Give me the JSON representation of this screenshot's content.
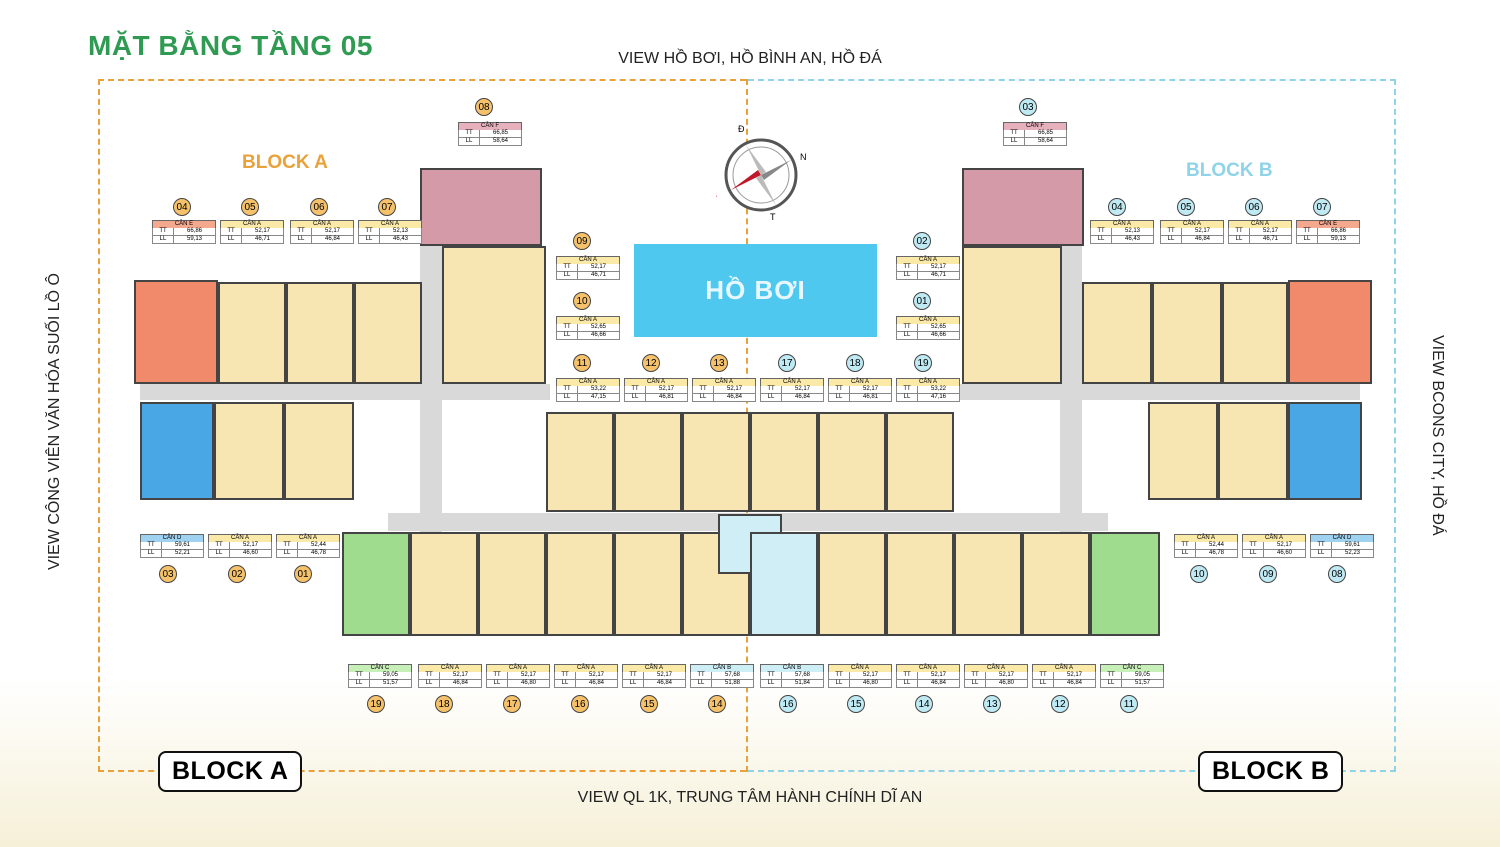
{
  "title": "MẶT BẰNG TẦNG 05",
  "views": {
    "top": "VIEW HỒ BƠI, HỒ BÌNH AN, HỒ ĐÁ",
    "bottom": "VIEW QL 1K, TRUNG TÂM HÀNH CHÍNH DĨ AN",
    "left": "VIEW CÔNG VIÊN VĂN HÓA SUỐI LỒ Ô",
    "right": "VIEW BCONS CITY, HỒ ĐÁ"
  },
  "blocks": {
    "a_top": "BLOCK A",
    "b_top": "BLOCK B",
    "a_bottom": "BLOCK A",
    "b_bottom": "BLOCK B"
  },
  "pool": "HỒ BƠI",
  "compass": {
    "north": "N",
    "south": "T",
    "east": "Đ",
    "west": "B"
  },
  "colors": {
    "type_a": "#f7e6b2",
    "type_b": "#cfeef5",
    "type_c": "#9fdc8e",
    "type_d": "#4aa7e6",
    "type_e": "#f08a6a",
    "type_f": "#d59aa8",
    "header_a": "#fbe9a8",
    "header_b": "#cdeef5",
    "header_c": "#c7efb8",
    "header_d": "#9fd1f1",
    "header_e": "#f4a88e",
    "header_f": "#e7b0bd",
    "block_a_border": "#e9a23b",
    "block_b_border": "#8fd3e8",
    "title": "#2e9a52"
  },
  "units": [
    {
      "num": "08",
      "block": "a",
      "type": "CĂN F",
      "kind": "f",
      "tt": "66,85",
      "ll": "58,64"
    },
    {
      "num": "03",
      "block": "b",
      "type": "CĂN F",
      "kind": "f",
      "tt": "66,85",
      "ll": "58,64"
    },
    {
      "num": "04",
      "block": "a",
      "type": "CĂN E",
      "kind": "e",
      "tt": "66,86",
      "ll": "59,13"
    },
    {
      "num": "05",
      "block": "a",
      "type": "CĂN A",
      "kind": "a",
      "tt": "52,17",
      "ll": "46,71"
    },
    {
      "num": "06",
      "block": "a",
      "type": "CĂN A",
      "kind": "a",
      "tt": "52,17",
      "ll": "46,84"
    },
    {
      "num": "07",
      "block": "a",
      "type": "CĂN A",
      "kind": "a",
      "tt": "52,13",
      "ll": "46,43"
    },
    {
      "num": "04",
      "block": "b",
      "type": "CĂN A",
      "kind": "a",
      "tt": "52,13",
      "ll": "46,43"
    },
    {
      "num": "05",
      "block": "b",
      "type": "CĂN A",
      "kind": "a",
      "tt": "52,17",
      "ll": "46,84"
    },
    {
      "num": "06",
      "block": "b",
      "type": "CĂN A",
      "kind": "a",
      "tt": "52,17",
      "ll": "46,71"
    },
    {
      "num": "07",
      "block": "b",
      "type": "CĂN E",
      "kind": "e",
      "tt": "66,86",
      "ll": "59,13"
    },
    {
      "num": "09",
      "block": "a",
      "type": "CĂN A",
      "kind": "a",
      "tt": "52,17",
      "ll": "46,71"
    },
    {
      "num": "10",
      "block": "a",
      "type": "CĂN A",
      "kind": "a",
      "tt": "52,65",
      "ll": "46,66"
    },
    {
      "num": "02",
      "block": "b",
      "type": "CĂN A",
      "kind": "a",
      "tt": "52,17",
      "ll": "46,71"
    },
    {
      "num": "01",
      "block": "b",
      "type": "CĂN A",
      "kind": "a",
      "tt": "52,65",
      "ll": "46,66"
    },
    {
      "num": "11",
      "block": "a",
      "type": "CĂN A",
      "kind": "a",
      "tt": "53,22",
      "ll": "47,15"
    },
    {
      "num": "12",
      "block": "a",
      "type": "CĂN A",
      "kind": "a",
      "tt": "52,17",
      "ll": "46,81"
    },
    {
      "num": "13",
      "block": "a",
      "type": "CĂN A",
      "kind": "a",
      "tt": "52,17",
      "ll": "46,84"
    },
    {
      "num": "17",
      "block": "b",
      "type": "CĂN A",
      "kind": "a",
      "tt": "52,17",
      "ll": "46,84"
    },
    {
      "num": "18",
      "block": "b",
      "type": "CĂN A",
      "kind": "a",
      "tt": "52,17",
      "ll": "46,81"
    },
    {
      "num": "19",
      "block": "b",
      "type": "CĂN A",
      "kind": "a",
      "tt": "53,22",
      "ll": "47,16"
    },
    {
      "num": "03",
      "block": "a",
      "type": "CĂN D",
      "kind": "d",
      "tt": "59,61",
      "ll": "52,21"
    },
    {
      "num": "02",
      "block": "a",
      "type": "CĂN A",
      "kind": "a",
      "tt": "52,17",
      "ll": "46,60"
    },
    {
      "num": "01",
      "block": "a",
      "type": "CĂN A",
      "kind": "a",
      "tt": "52,44",
      "ll": "46,78"
    },
    {
      "num": "10",
      "block": "b",
      "type": "CĂN A",
      "kind": "a",
      "tt": "52,44",
      "ll": "46,78"
    },
    {
      "num": "09",
      "block": "b",
      "type": "CĂN A",
      "kind": "a",
      "tt": "52,17",
      "ll": "46,60"
    },
    {
      "num": "08",
      "block": "b",
      "type": "CĂN D",
      "kind": "d",
      "tt": "59,61",
      "ll": "52,23"
    },
    {
      "num": "19",
      "block": "a",
      "type": "CĂN C",
      "kind": "c",
      "tt": "59,05",
      "ll": "51,57"
    },
    {
      "num": "18",
      "block": "a",
      "type": "CĂN A",
      "kind": "a",
      "tt": "52,17",
      "ll": "46,84"
    },
    {
      "num": "17",
      "block": "a",
      "type": "CĂN A",
      "kind": "a",
      "tt": "52,17",
      "ll": "46,80"
    },
    {
      "num": "16",
      "block": "a",
      "type": "CĂN A",
      "kind": "a",
      "tt": "52,17",
      "ll": "46,84"
    },
    {
      "num": "15",
      "block": "a",
      "type": "CĂN A",
      "kind": "a",
      "tt": "52,17",
      "ll": "46,84"
    },
    {
      "num": "14",
      "block": "a",
      "type": "CĂN B",
      "kind": "b",
      "tt": "57,68",
      "ll": "51,88"
    },
    {
      "num": "16",
      "block": "b",
      "type": "CĂN B",
      "kind": "b",
      "tt": "57,68",
      "ll": "51,84"
    },
    {
      "num": "15",
      "block": "b",
      "type": "CĂN A",
      "kind": "a",
      "tt": "52,17",
      "ll": "46,80"
    },
    {
      "num": "14",
      "block": "b",
      "type": "CĂN A",
      "kind": "a",
      "tt": "52,17",
      "ll": "46,84"
    },
    {
      "num": "13",
      "block": "b",
      "type": "CĂN A",
      "kind": "a",
      "tt": "52,17",
      "ll": "46,80"
    },
    {
      "num": "12",
      "block": "b",
      "type": "CĂN A",
      "kind": "a",
      "tt": "52,17",
      "ll": "46,84"
    },
    {
      "num": "11",
      "block": "b",
      "type": "CĂN C",
      "kind": "c",
      "tt": "59,05",
      "ll": "51,57"
    }
  ],
  "labels": {
    "tt": "TT",
    "ll": "LL"
  }
}
